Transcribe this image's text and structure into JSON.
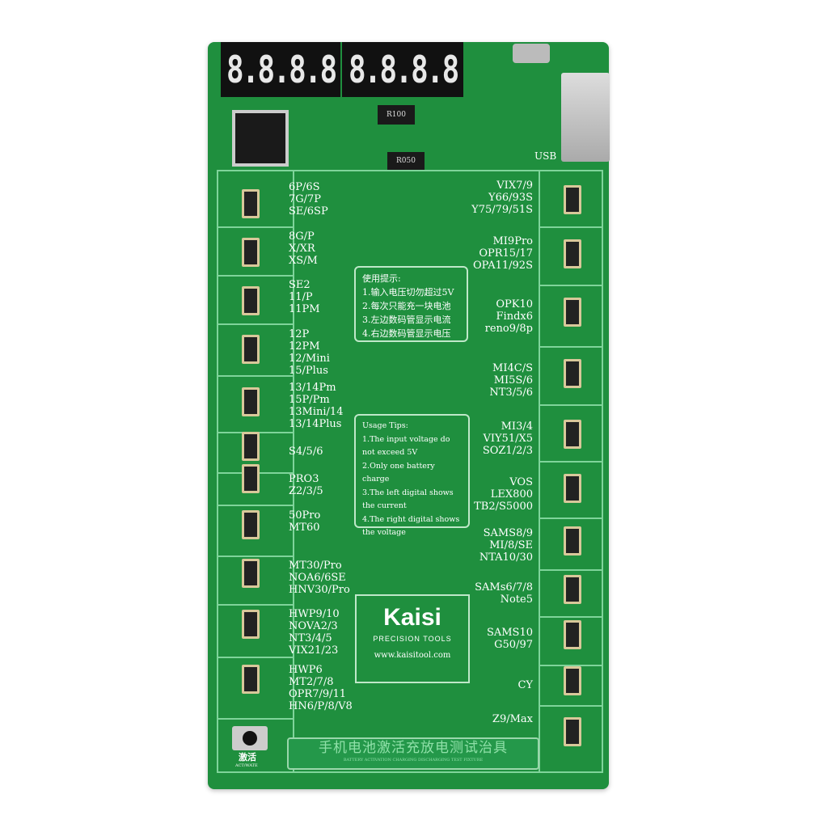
{
  "display": {
    "left": "8.8.8.8",
    "right": "8.8.8.8"
  },
  "components": {
    "usb_label": "USB",
    "resistor1": "R100",
    "resistor2": "R050"
  },
  "left_slots": [
    [
      "6P/6S",
      "7G/7P",
      "SE/6SP"
    ],
    [
      "8G/P",
      "X/XR",
      "XS/M"
    ],
    [
      "SE2",
      "11/P",
      "11PM"
    ],
    [
      "12P",
      "12PM",
      "12/Mini",
      "15/Plus"
    ],
    [
      "13/14Pm",
      "15P/Pm",
      "13Mini/14",
      "13/14Plus"
    ],
    [
      "S4/5/6"
    ],
    [
      "PRO3",
      "Z2/3/5"
    ],
    [
      "50Pro",
      "MT60"
    ],
    [
      "MT30/Pro",
      "NOA6/6SE",
      "HNV30/Pro"
    ],
    [
      "HWP9/10",
      "NOVA2/3",
      "NT3/4/5",
      "VIX21/23"
    ],
    [
      "HWP6",
      "MT2/7/8",
      "OPR7/9/11",
      "HN6/P/8/V8"
    ]
  ],
  "right_slots": [
    [
      "VIX7/9",
      "Y66/93S",
      "Y75/79/51S"
    ],
    [
      "MI9Pro",
      "OPR15/17",
      "OPA11/92S"
    ],
    [
      "OPK10",
      "Findx6",
      "reno9/8p"
    ],
    [
      "MI4C/S",
      "MI5S/6",
      "NT3/5/6"
    ],
    [
      "MI3/4",
      "VIY51/X5",
      "SOZ1/2/3"
    ],
    [
      "VOS",
      "LEX800",
      "TB2/S5000"
    ],
    [
      "SAMS8/9",
      "MI/8/SE",
      "NTA10/30"
    ],
    [
      "SAMs6/7/8",
      "Note5"
    ],
    [
      "SAMS10",
      "G50/97"
    ],
    [
      "CY"
    ],
    [
      "Z9/Max"
    ]
  ],
  "tips_cn": {
    "title": "使用提示:",
    "items": [
      "1.输入电压切勿超过5V",
      "2.每次只能充一块电池",
      "3.左边数码管显示电流",
      "4.右边数码管显示电压"
    ]
  },
  "tips_en": {
    "title": "Usage Tips:",
    "items": [
      "1.The input voltage do not exceed 5V",
      "2.Only one battery charge",
      "3.The left digital shows the current",
      "4.The right digital shows the voltage"
    ]
  },
  "logo": {
    "brand": "Kaisi",
    "tagline": "PRECISION TOOLS",
    "url": "www.kaisitool.com"
  },
  "button": {
    "label_cn": "激活",
    "label_en": "ACT/WATE"
  },
  "footer": {
    "title_cn": "手机电池激活充放电测试治具",
    "title_en": "BATTERY ACTIVATION CHARGING DISCHARGING TEST FIXTURE"
  }
}
